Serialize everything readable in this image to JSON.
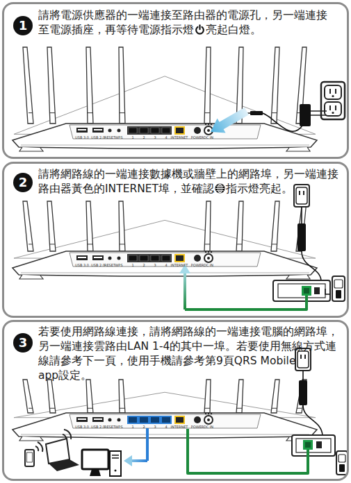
{
  "diagram": {
    "nodes": [
      {
        "text": [
          "請將電源供應器的一端連接至路由器的電源孔，另一端連接 至電源插座，再等待電源指示燈",
          "亮起白燈。"
        ]
      },
      {
        "text": [
          "1"
        ],
        "in": 0
      },
      {
        "text": [
          "請將網路線的一端連接數據機或牆壁上的網路埠，另一端連接 路由器黃色的INTERNET埠，並確認",
          "指示燈亮起。"
        ]
      },
      {
        "text": [
          "2"
        ],
        "in": 2
      },
      {
        "text": [
          "若要使用網路線連接，請將網路線的一端連接電腦的網路埠， 另一端連接雲路由LAN 1-4的其中一埠。若要使用無線方式連 線請參考下一頁，使用手機請參考第9頁QRS Mobile app設定。"
        ]
      },
      {
        "text": [
          "3"
        ],
        "in": 4
      }
    ],
    "labels": [
      "USB 3.0",
      "USB 2.0",
      "RESET",
      "WPS",
      "1",
      "2",
      "3",
      "4",
      "INTERNET",
      "POWER",
      "DC IN",
      "USB 3.0",
      "USB 2.0",
      "RESET",
      "WPS",
      "1",
      "2",
      "3",
      "4",
      "INTERNET",
      "POWER",
      "DC IN",
      "USB 3.0",
      "USB 2.0",
      "RESET",
      "WPS",
      "1",
      "2",
      "3",
      "4",
      "INTERNET",
      "POWER",
      "DC IN"
    ]
  }
}
